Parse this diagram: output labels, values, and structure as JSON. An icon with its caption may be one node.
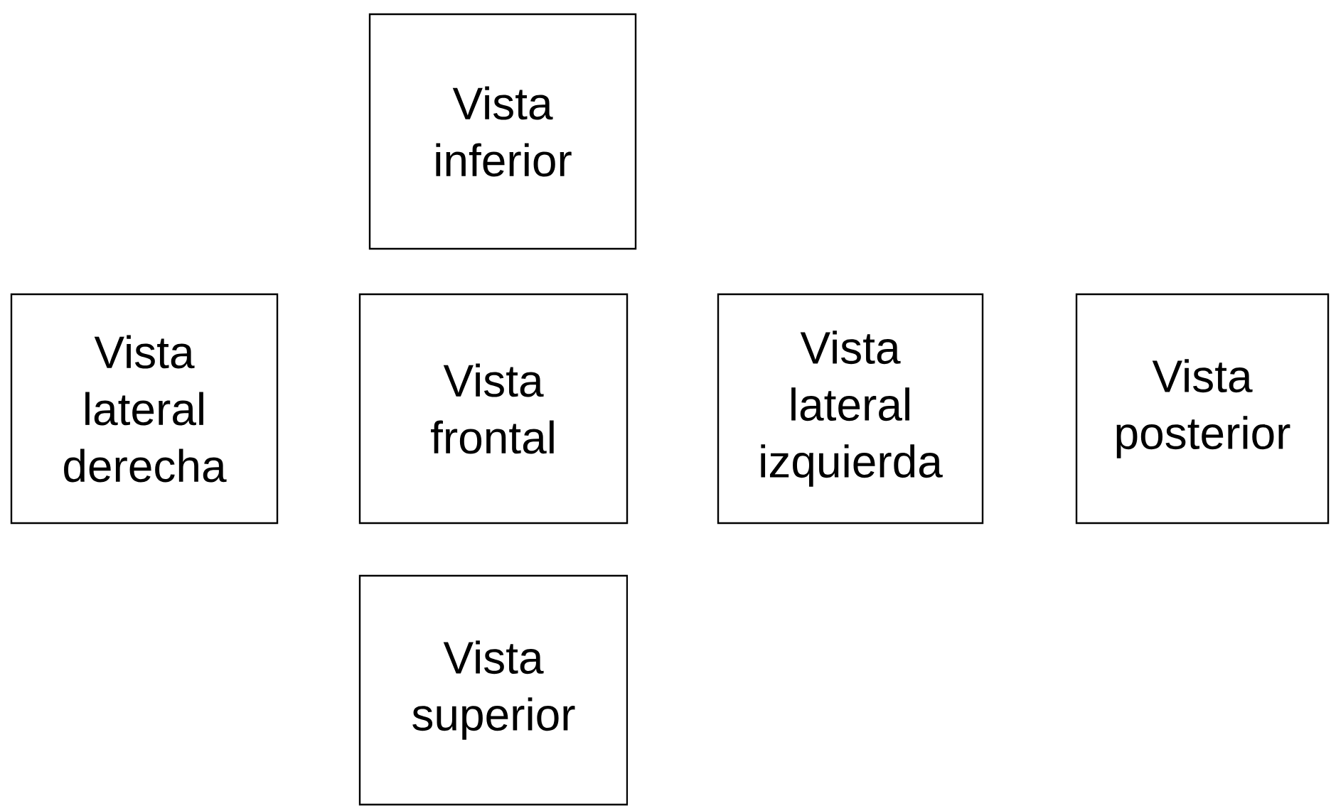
{
  "diagram": {
    "nodes": [
      {
        "text": [
          "Vista inferior"
        ]
      },
      {
        "text": [
          "Vista lateral derecha"
        ]
      },
      {
        "text": [
          "Vista frontal"
        ]
      },
      {
        "text": [
          "Vista lateral izquierda"
        ]
      },
      {
        "text": [
          "Vista posterior"
        ]
      },
      {
        "text": [
          "Vista superior"
        ]
      }
    ]
  }
}
